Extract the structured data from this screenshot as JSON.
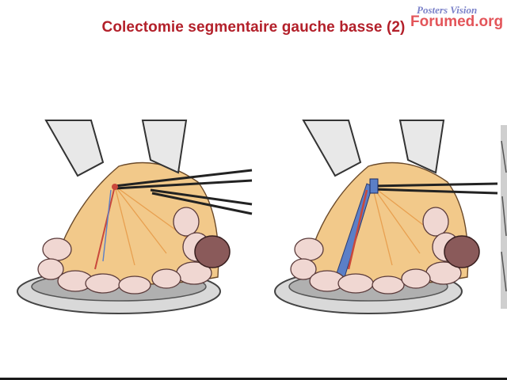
{
  "slide": {
    "title": "Colectomie segmentaire gauche basse (2)",
    "watermark_top": "Posters Vision",
    "watermark_bottom": "Forumed.org"
  },
  "illustrations": [
    {
      "name": "colectomy-step-left"
    },
    {
      "name": "colectomy-step-right"
    },
    {
      "name": "colectomy-step-partial"
    }
  ],
  "colors": {
    "title": "#b3202a",
    "watermark_top": "#7b82c9",
    "watermark_bottom": "#e3555a",
    "mesentery": "#f2c98a",
    "bowel": "#f0d7d2",
    "vessel_blue": "#5b7fc7",
    "vessel_red": "#c9483c",
    "retractor": "#e8e8e8"
  }
}
